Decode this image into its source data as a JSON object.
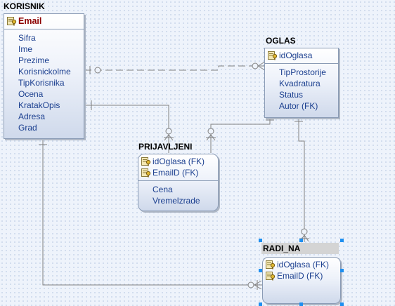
{
  "entities": {
    "korisnik": {
      "title": "KORISNIK",
      "keys": [
        "Email"
      ],
      "attributes": [
        "Sifra",
        "Ime",
        "Prezime",
        "Korisnickolme",
        "TipKorisnika",
        "Ocena",
        "KratakOpis",
        "Adresa",
        "Grad"
      ]
    },
    "oglas": {
      "title": "OGLAS",
      "keys": [
        "idOglasa"
      ],
      "attributes": [
        "TipProstorije",
        "Kvadratura",
        "Status",
        "Autor (FK)"
      ]
    },
    "prijavljeni": {
      "title": "PRIJAVLJENI",
      "keys": [
        "idOglasa (FK)",
        "EmailD (FK)"
      ],
      "attributes": [
        "Cena",
        "Vremelzrade"
      ]
    },
    "radi_na": {
      "title": "RADI_NA",
      "keys": [
        "idOglasa (FK)",
        "EmailD (FK)"
      ]
    }
  },
  "colors": {
    "line": "#808080",
    "pk_text": "#8b0000",
    "attr_text": "#1b3f8f",
    "selection": "#1e8ff0"
  },
  "icons": {
    "key": "primary-key-icon"
  }
}
